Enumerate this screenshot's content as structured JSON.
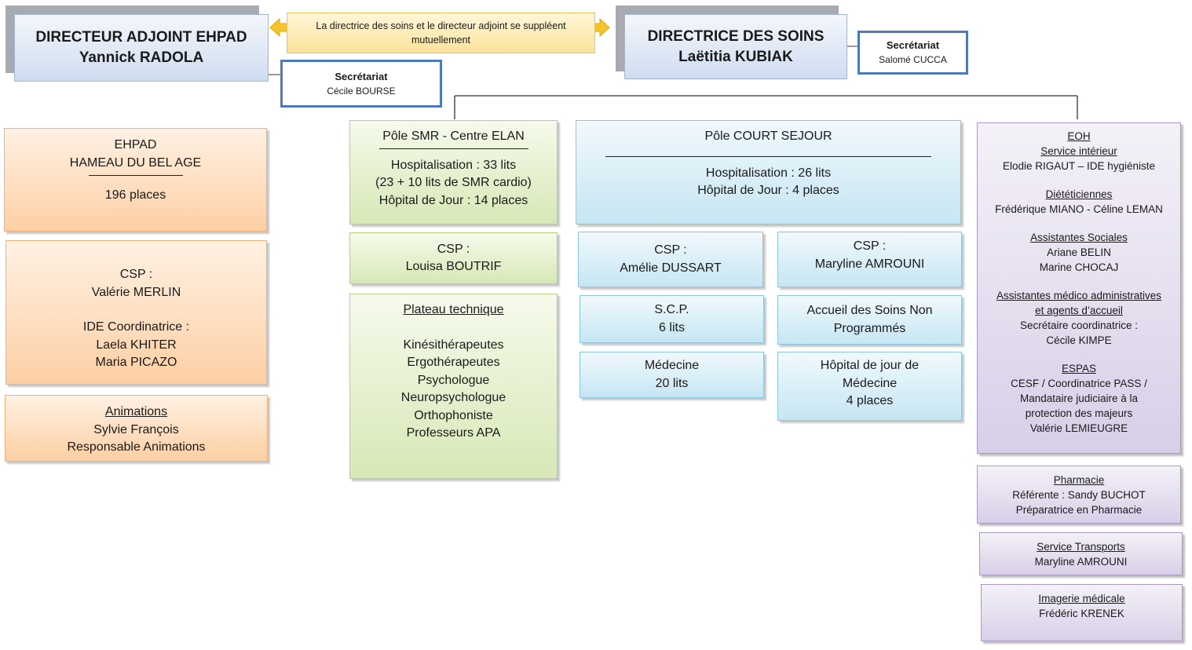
{
  "header": {
    "director_ehpad": {
      "role": "DIRECTEUR ADJOINT EHPAD",
      "name": "Yannick RADOLA"
    },
    "director_soins": {
      "role": "DIRECTRICE DES SOINS",
      "name": "Laëtitia KUBIAK"
    },
    "note": {
      "line1": "La directrice des soins et le directeur adjoint se suppléent",
      "line2": "mutuellement"
    },
    "secretariat_left": {
      "title": "Secrétariat",
      "name": "Cécile BOURSE"
    },
    "secretariat_right": {
      "title": "Secrétariat",
      "name": "Salomé CUCCA"
    }
  },
  "ehpad_column": {
    "main": {
      "line1": "EHPAD",
      "line2": "HAMEAU DU BEL AGE",
      "places": "196 places"
    },
    "staff": {
      "csp_label": "CSP :",
      "csp_name": "Valérie MERLIN",
      "ide_label": "IDE Coordinatrice :",
      "ide_name1": "Laela KHITER",
      "ide_name2": "Maria PICAZO"
    },
    "animations": {
      "title": "Animations",
      "name": "Sylvie François",
      "role": "Responsable Animations"
    }
  },
  "smr_column": {
    "pole": {
      "title": "Pôle SMR - Centre ELAN",
      "line1": "Hospitalisation : 33 lits",
      "line2": "(23 + 10 lits  de SMR cardio)",
      "line3": "Hôpital de Jour : 14 places"
    },
    "csp": {
      "label": "CSP :",
      "name": "Louisa BOUTRIF"
    },
    "plateau": {
      "title": "Plateau technique",
      "items": [
        "Kinésithérapeutes",
        "Ergothérapeutes",
        "Psychologue",
        "Neuropsychologue",
        "Orthophoniste",
        "Professeurs APA"
      ]
    }
  },
  "court_sejour": {
    "pole": {
      "title": "Pôle COURT SEJOUR",
      "line1": "Hospitalisation : 26 lits",
      "line2": "Hôpital de Jour : 4 places"
    },
    "csp_left": {
      "label": "CSP :",
      "name": "Amélie DUSSART"
    },
    "csp_right": {
      "label": "CSP :",
      "name": "Maryline AMROUNI"
    },
    "scp": {
      "line1": "S.C.P.",
      "line2": "6 lits"
    },
    "accueil": {
      "line1": "Accueil des Soins Non",
      "line2": "Programmés"
    },
    "medecine": {
      "line1": "Médecine",
      "line2": "20 lits"
    },
    "hdj_medecine": {
      "line1": "Hôpital de jour de",
      "line2": "Médecine",
      "line3": "4 places"
    }
  },
  "transversal": {
    "eoh": {
      "title": "EOH",
      "subtitle": "Service intérieur",
      "name": "Elodie RIGAUT – IDE hygiéniste"
    },
    "dieteticiennes": {
      "title": "Diététiciennes",
      "names": "Frédérique MIANO - Céline LEMAN"
    },
    "assistantes_sociales": {
      "title": "Assistantes Sociales",
      "name1": "Ariane BELIN",
      "name2": "Marine CHOCAJ"
    },
    "assistantes_medico": {
      "title1": "Assistantes médico administratives",
      "title2": "et agents d’accueil",
      "role": "Secrétaire coordinatrice :",
      "name": "Cécile KIMPE"
    },
    "espas": {
      "title": "ESPAS",
      "line1": "CESF / Coordinatrice PASS /",
      "line2": "Mandataire judiciaire à la",
      "line3": "protection des majeurs",
      "name": "Valérie LEMIEUGRE"
    },
    "pharmacie": {
      "title": "Pharmacie",
      "line1": "Référente : Sandy BUCHOT",
      "line2": "Préparatrice en Pharmacie"
    },
    "transports": {
      "title": "Service Transports",
      "name": "Maryline AMROUNI"
    },
    "imagerie": {
      "title": "Imagerie médicale",
      "name": "Frédéric KRENEK"
    }
  },
  "colors": {
    "orange": "#fdcfa4",
    "green": "#d7e8b6",
    "blue": "#c6e6f3",
    "purple": "#d8cfe8",
    "director": "#cfdcf0",
    "secretariat_border": "#4f7ab8",
    "note": "#fce39a"
  }
}
